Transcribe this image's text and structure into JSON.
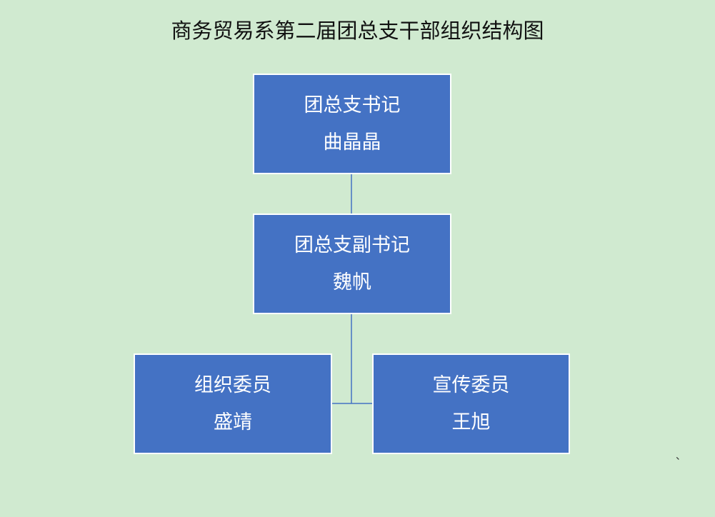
{
  "title": "商务贸易系第二届团总支干部组织结构图",
  "nodes": [
    {
      "role": "团总支书记",
      "name": "曲晶晶"
    },
    {
      "role": "团总支副书记",
      "name": "魏帆"
    },
    {
      "role": "组织委员",
      "name": "盛靖"
    },
    {
      "role": "宣传委员",
      "name": "王旭"
    }
  ],
  "corner_mark": "、",
  "colors": {
    "node_fill": "#4472c4",
    "connector": "#4472c4",
    "background": "#d0ead0"
  }
}
